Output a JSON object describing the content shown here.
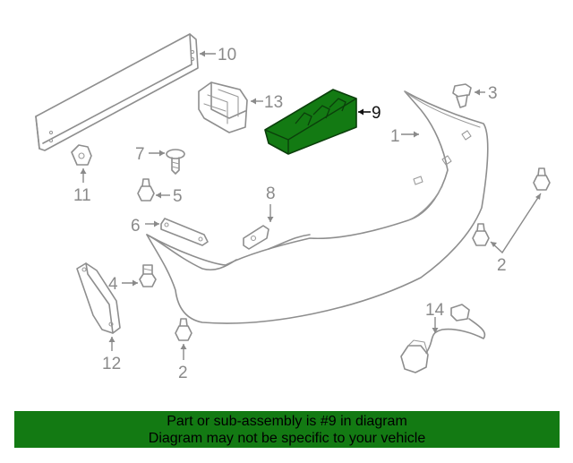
{
  "diagram": {
    "highlighted_part": "9",
    "highlight_color": "#137a13",
    "line_color": "#8e8e8e",
    "callouts": {
      "c1": "1",
      "c2a": "2",
      "c2b": "2",
      "c3": "3",
      "c4": "4",
      "c5": "5",
      "c6": "6",
      "c7": "7",
      "c8": "8",
      "c9": "9",
      "c10": "10",
      "c11": "11",
      "c12": "12",
      "c13": "13",
      "c14": "14"
    }
  },
  "banner": {
    "line1": "Part or sub-assembly is #9 in diagram",
    "line2": "Diagram may not be specific to your vehicle",
    "background": "#137a13"
  }
}
